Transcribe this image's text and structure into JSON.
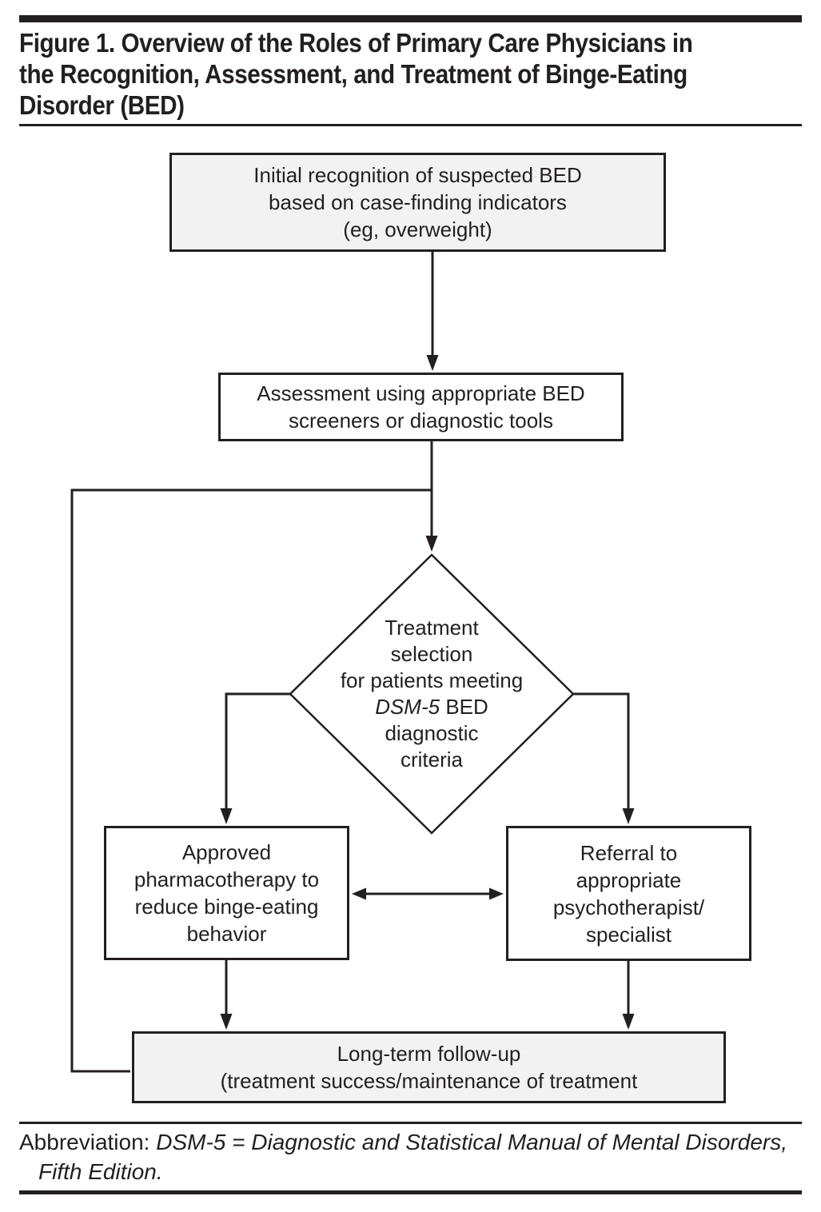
{
  "figure": {
    "title": "Figure 1. Overview of the Roles of Primary Care Physicians in\nthe Recognition, Assessment, and Treatment of Binge-Eating\nDisorder (BED)"
  },
  "flowchart": {
    "nodes": {
      "initial_recognition": {
        "text": "Initial recognition of suspected BED\nbased on case-finding indicators\n(eg, overweight)"
      },
      "assessment": {
        "text": "Assessment using appropriate BED\nscreeners or diagnostic tools"
      },
      "treatment_selection": {
        "pre": "Treatment\nselection\nfor patients meeting\n",
        "italic": "DSM-5",
        "post": " BED\ndiagnostic\ncriteria"
      },
      "pharmacotherapy": {
        "text": "Approved\npharmacotherapy to\nreduce binge-eating\nbehavior"
      },
      "referral": {
        "text": "Referral to\nappropriate\npsychotherapist/\nspecialist"
      },
      "follow_up": {
        "text": "Long-term follow-up\n(treatment success/maintenance of treatment"
      }
    }
  },
  "footer": {
    "label": "Abbreviation: ",
    "citation_italic": "DSM-5 = Diagnostic and Statistical Manual of Mental Disorders,\nFifth Edition."
  },
  "colors": {
    "ink": "#231f20",
    "box_fill_gray": "#f2f2f2",
    "box_fill_white": "#ffffff"
  }
}
